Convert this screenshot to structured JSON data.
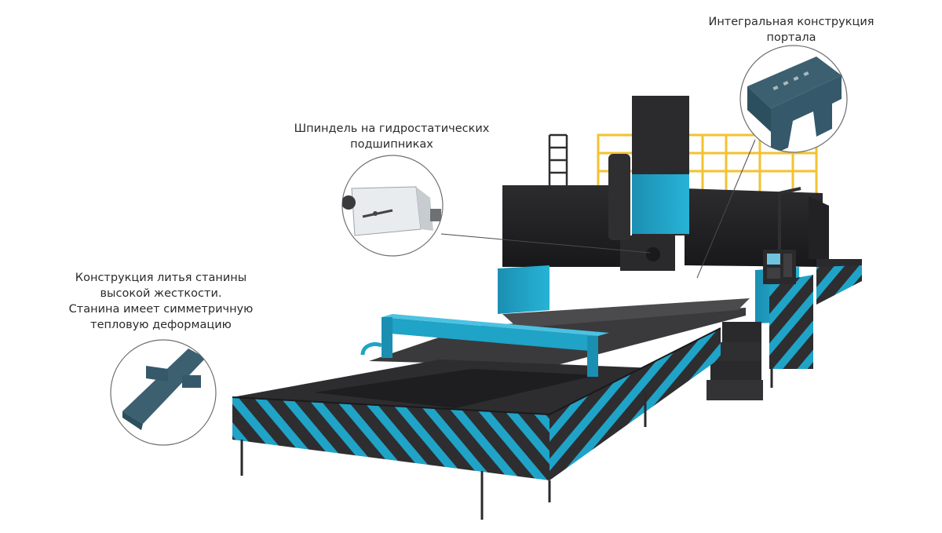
{
  "callouts": {
    "portal": {
      "line1": "Интегральная конструкция",
      "line2": "портала"
    },
    "spindle": {
      "line1": "Шпиндель на гидростатических",
      "line2": "подшипниках"
    },
    "bed": {
      "line1": "Конструкция литья станины",
      "line2": "высокой жесткости.",
      "line3": "Станина имеет симметричную",
      "line4": "тепловую деформацию"
    }
  },
  "colors": {
    "accent": "#1fa3c7",
    "dark": "#2f2f31",
    "frame": "#3c3c3f",
    "rail": "#f2c230",
    "leader": "#4a4a4a"
  },
  "icons": {
    "portal_detail": "portal-casting-icon",
    "spindle_detail": "spindle-unit-icon",
    "bed_detail": "bed-casting-icon"
  }
}
